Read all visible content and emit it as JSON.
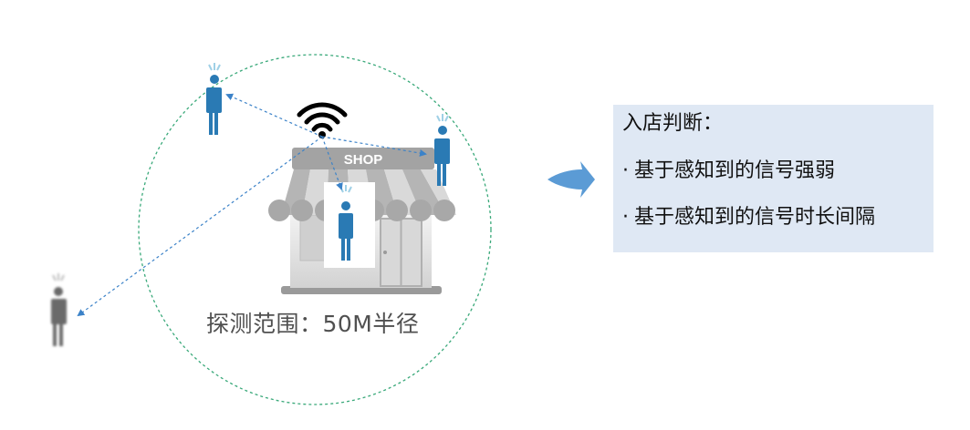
{
  "shop": {
    "sign_text": "SHOP"
  },
  "detection": {
    "range_label": "探测范围：50M半径"
  },
  "info": {
    "title": "入店判断：",
    "bullet": "·",
    "items": [
      "基于感知到的信号强弱",
      "基于感知到的信号时长间隔"
    ]
  },
  "colors": {
    "person_in_range": "#2a7ab4",
    "person_out_of_range": "#6a6a6a",
    "signal_line": "#3b82c8",
    "range_circle": "#3aa97a",
    "arrow": "#5b9bd5",
    "info_box_bg": "#dfe8f4",
    "shop_gray": "#a9a9a9"
  },
  "icons": {
    "wifi": "wifi-icon",
    "shop": "shop-icon",
    "person": "person-icon",
    "arrow": "right-arrow-icon"
  }
}
